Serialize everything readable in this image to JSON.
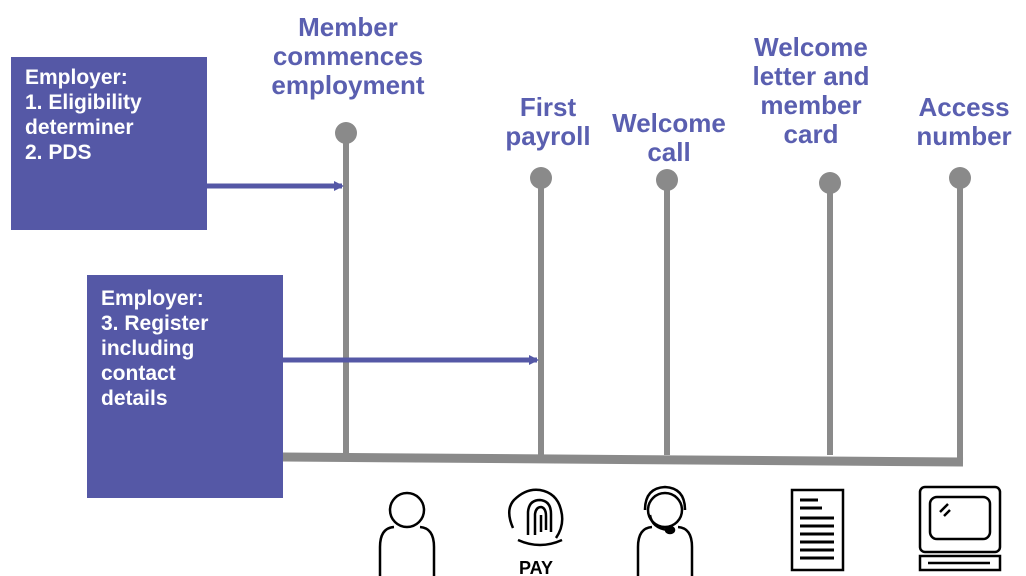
{
  "milestones": [
    {
      "label": "Member commences employment"
    },
    {
      "label": "First payroll"
    },
    {
      "label": "Welcome call"
    },
    {
      "label": "Welcome letter and member card"
    },
    {
      "label": "Access number"
    }
  ],
  "employer_box_1": {
    "lines": [
      "Employer:",
      "1. Eligibility",
      "determiner",
      "2. PDS"
    ]
  },
  "employer_box_2": {
    "lines": [
      "Employer:",
      "3. Register",
      "including",
      "contact",
      "details"
    ]
  },
  "icons": [
    {
      "name": "person-icon"
    },
    {
      "name": "pay-fingerprint-icon",
      "text": "PAY"
    },
    {
      "name": "headset-person-icon"
    },
    {
      "name": "letter-document-icon"
    },
    {
      "name": "computer-icon"
    }
  ],
  "colors": {
    "accent": "#5558a6",
    "label": "#5a5fb0",
    "line": "#8a8a8a"
  }
}
